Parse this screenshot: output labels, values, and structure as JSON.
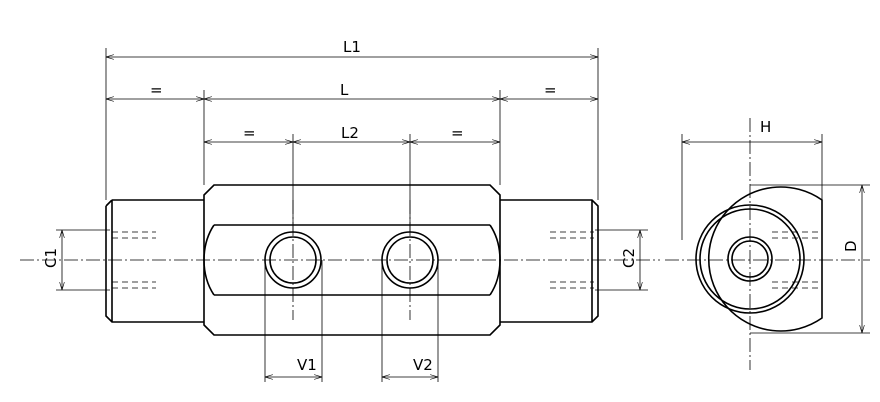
{
  "dimensions": {
    "overall_length": "L1",
    "left_equal": "=",
    "body_length": "L",
    "right_equal": "=",
    "inner_left_equal": "=",
    "port_spacing": "L2",
    "inner_right_equal": "=",
    "left_thread": "C1",
    "right_thread": "C2",
    "port_1": "V1",
    "port_2": "V2",
    "hex_width": "H",
    "diameter": "D"
  }
}
